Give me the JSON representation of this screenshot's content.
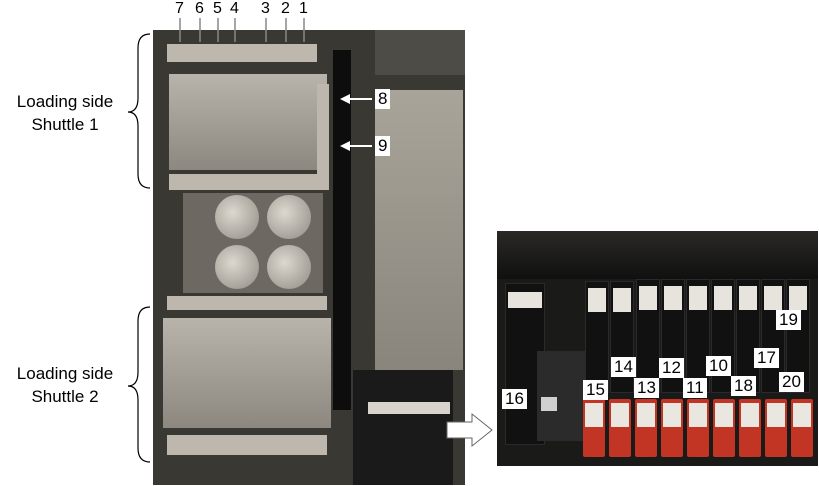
{
  "labels": {
    "shuttle1_line1": "Loading side",
    "shuttle1_line2": "Shuttle 1",
    "shuttle2_line1": "Loading side",
    "shuttle2_line2": "Shuttle 2"
  },
  "top_numbers": [
    "7",
    "6",
    "5",
    "4",
    "3",
    "2",
    "1"
  ],
  "side_numbers": [
    "8",
    "9"
  ],
  "zoom_numbers": [
    "19",
    "14",
    "12",
    "10",
    "17",
    "15",
    "13",
    "11",
    "18",
    "20",
    "16"
  ],
  "colors": {
    "background": "#ffffff",
    "photo_dark": "#3a3833",
    "cartridge_red": "#c23424",
    "arrow_fill": "#ffffff"
  }
}
